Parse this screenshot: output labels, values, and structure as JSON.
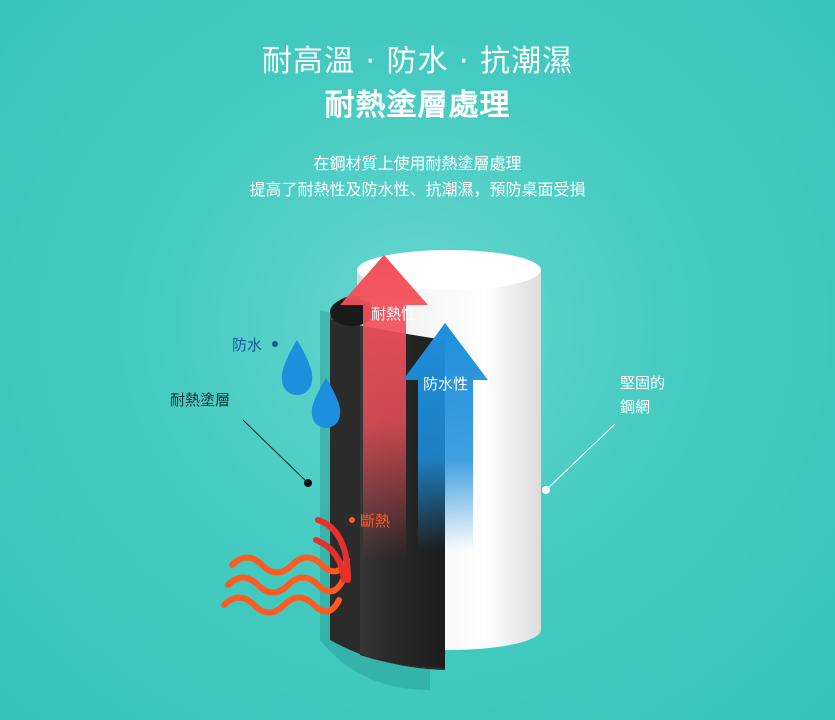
{
  "header": {
    "title_line1": "耐高溫 · 防水 · 抗潮濕",
    "title_line2": "耐熱塗層處理",
    "subtitle_line1": "在鋼材質上使用耐熱塗層處理",
    "subtitle_line2": "提高了耐熱性及防水性、抗潮濕，預防桌面受損"
  },
  "diagram": {
    "label_waterproof": "防水",
    "label_coating": "耐熱塗層",
    "label_steel_line1": "堅固的",
    "label_steel_line2": "鋼網",
    "label_insulation": "斷熱",
    "arrow_heat": "耐熱性",
    "arrow_water": "防水性",
    "colors": {
      "heat": "#f2505a",
      "water": "#1e8fdc",
      "orange": "#ff5a1f",
      "dark_label": "#1a5a9a"
    }
  }
}
